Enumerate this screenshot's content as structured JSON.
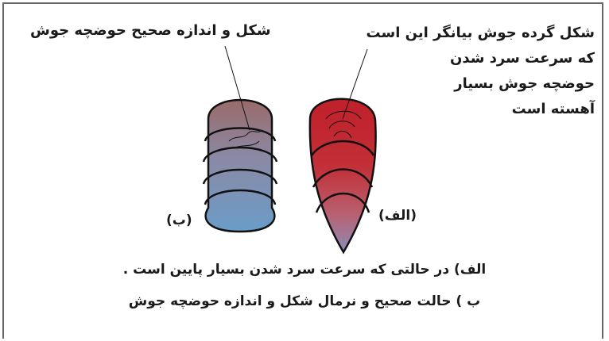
{
  "labels": {
    "left_title": "شکل و اندازه صحیح حوضچه جوش",
    "right_description": [
      "شکل گرده جوش بیانگر این است",
      "که سرعت سرد شدن",
      "حوضچه جوش بسیار",
      "آهسته است"
    ],
    "label_b": "(ب)",
    "label_a": "(الف)"
  },
  "captions": {
    "a": "الف) در حالتی که سرعت سرد شدن بسیار پایین است .",
    "b": "ب ) حالت صحیح و نرمال شکل و اندازه حوضچه جوش"
  },
  "colors": {
    "normal_top": "#9a6a6a",
    "normal_bottom": "#6a9cc8",
    "slow_top": "#c0202a",
    "slow_bottom": "#8d8cb8",
    "frame": "#666666"
  }
}
